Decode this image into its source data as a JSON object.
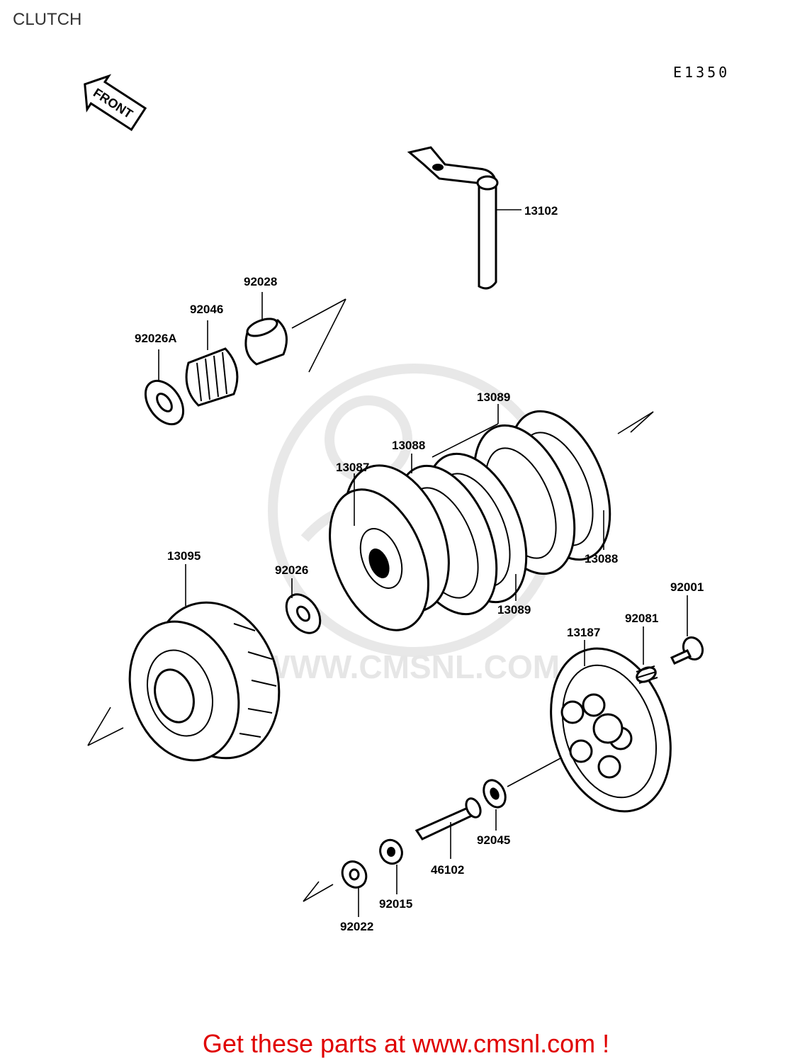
{
  "header": {
    "title": "CLUTCH",
    "diagram_code": "E1350"
  },
  "direction_marker": {
    "label": "FRONT",
    "icon": "front-arrow-icon"
  },
  "watermark": {
    "text": "WWW.CMSNL.COM",
    "logo": "cms-logo"
  },
  "parts": [
    {
      "number": "13102",
      "name_icon": "clutch-release-lever-icon"
    },
    {
      "number": "92028",
      "name_icon": "bushing-icon"
    },
    {
      "number": "92046",
      "name_icon": "needle-bearing-icon"
    },
    {
      "number": "92026A",
      "name_icon": "washer-icon"
    },
    {
      "number": "13089",
      "name_icon": "steel-plate-icon"
    },
    {
      "number": "13088",
      "name_icon": "friction-plate-icon"
    },
    {
      "number": "13087",
      "name_icon": "clutch-hub-icon"
    },
    {
      "number": "13088",
      "name_icon": "friction-plate-icon"
    },
    {
      "number": "13095",
      "name_icon": "clutch-housing-icon"
    },
    {
      "number": "92026",
      "name_icon": "washer-icon"
    },
    {
      "number": "13089",
      "name_icon": "steel-plate-icon"
    },
    {
      "number": "92001",
      "name_icon": "bolt-icon"
    },
    {
      "number": "92081",
      "name_icon": "spring-icon"
    },
    {
      "number": "13187",
      "name_icon": "pressure-plate-icon"
    },
    {
      "number": "92045",
      "name_icon": "ball-bearing-icon"
    },
    {
      "number": "46102",
      "name_icon": "push-rod-icon"
    },
    {
      "number": "92015",
      "name_icon": "nut-icon"
    },
    {
      "number": "92022",
      "name_icon": "washer-icon"
    }
  ],
  "footer": {
    "text": "Get these parts at www.cmsnl.com !",
    "color": "#e00000"
  }
}
